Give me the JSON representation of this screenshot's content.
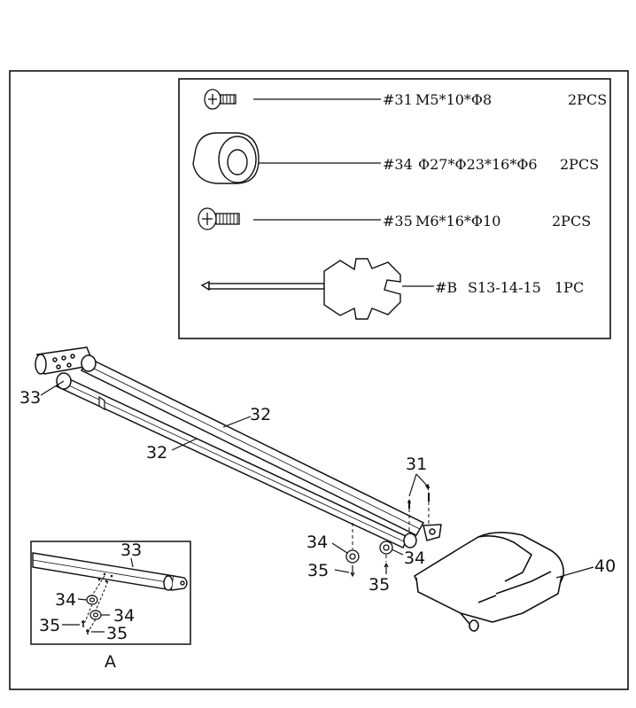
{
  "hardware_box": {
    "items": [
      {
        "code": "#31",
        "spec": "M5*10*Φ8",
        "qty": "2PCS",
        "icon": "phillips-screw"
      },
      {
        "code": "#34",
        "spec": "Φ27*Φ23*16*Φ6",
        "qty": "2PCS",
        "icon": "wheel-bushing"
      },
      {
        "code": "#35",
        "spec": "M6*16*Φ10",
        "qty": "2PCS",
        "icon": "phillips-bolt"
      },
      {
        "code": "#B",
        "spec": "S13-14-15",
        "qty": "1PC",
        "icon": "combination-wrench"
      }
    ]
  },
  "callouts": {
    "c33_main": "33",
    "c32_upper": "32",
    "c32_lower": "32",
    "c31": "31",
    "c34_left": "34",
    "c35_left": "35",
    "c34_right": "34",
    "c35_right": "35",
    "c40": "40"
  },
  "detail_view": {
    "c33": "33",
    "c34_upper": "34",
    "c34_lower": "34",
    "c35_left": "35",
    "c35_right": "35",
    "label": "A"
  },
  "colors": {
    "line": "#111111",
    "background": "#ffffff"
  }
}
